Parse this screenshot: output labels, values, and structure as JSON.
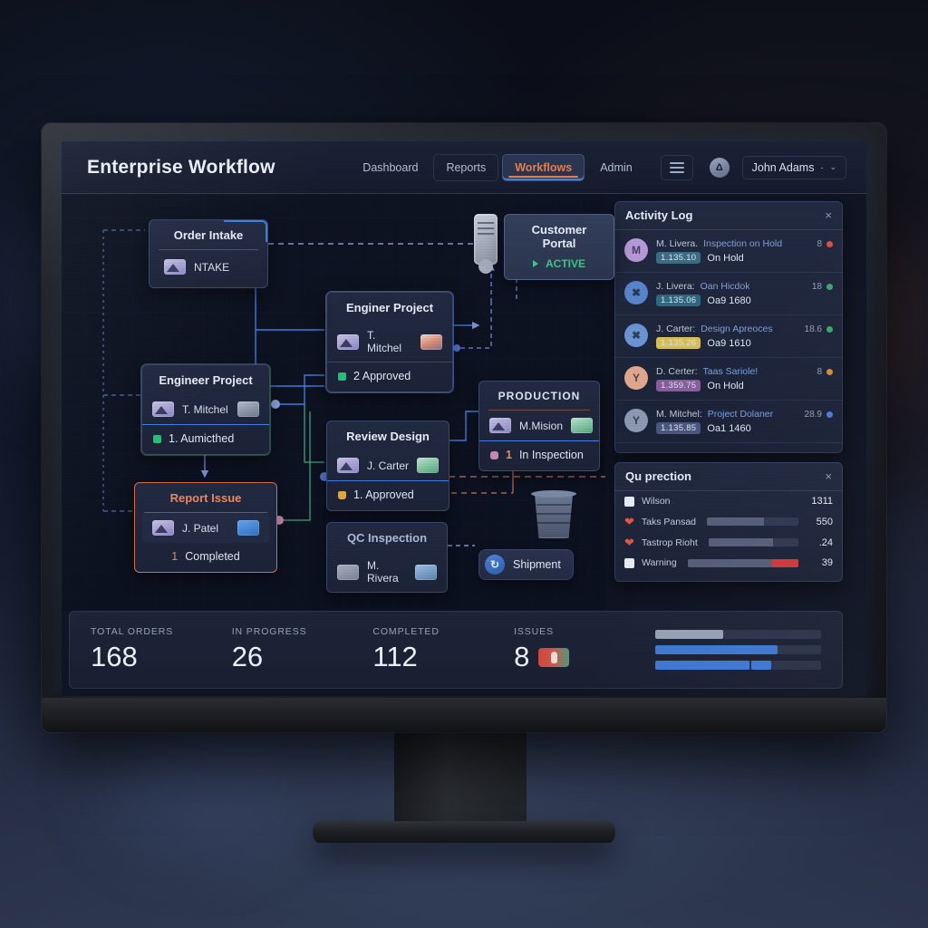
{
  "header": {
    "app_title": "Enterprise Workflow",
    "nav": [
      {
        "label": "Dashboard",
        "active": false
      },
      {
        "label": "Reports",
        "active": false
      },
      {
        "label": "Workflows",
        "active": true
      },
      {
        "label": "Admin",
        "active": false
      }
    ],
    "menu_icon": "hamburger-icon",
    "avatar_initial": "Δ",
    "username": "John Adams",
    "caret": "⌄",
    "dash": "-"
  },
  "canvas": {
    "nodes": [
      {
        "id": "order-intake",
        "title": "Order Intake",
        "assignee": "NTAKE",
        "thumb": "mountain"
      },
      {
        "id": "engineer-project-center",
        "title": "Enginer Project",
        "assignee": "T. Mitchel",
        "thumb": "mountain",
        "thumb2": "sunset",
        "status": "2 Approved",
        "status_dot": "green"
      },
      {
        "id": "engineer-project-left",
        "title": "Engineer Project",
        "assignee": "T. Mitchel",
        "thumb": "mountain",
        "thumb2": "slate",
        "status": "1. Aumicthed",
        "status_dot": "green"
      },
      {
        "id": "report-issue",
        "title": "Report Issue",
        "assignee": "J. Patel",
        "thumb": "mountain",
        "thumb2": "blue",
        "status_count": "1",
        "status": "Completed"
      },
      {
        "id": "review-design",
        "title": "Review Design",
        "assignee": "J. Carter",
        "thumb": "mountain",
        "thumb2": "green",
        "status": "1. Approved",
        "status_dot": "amber"
      },
      {
        "id": "qc-inspection",
        "title": "QC Inspection",
        "assignee": "M. Rivera",
        "thumb": "gray",
        "thumb2": "photo"
      },
      {
        "id": "customer-portal",
        "title": "Customer Portal",
        "status": "ACTIVE"
      },
      {
        "id": "production",
        "title": "PRODUCTION",
        "assignee": "M.Mision",
        "thumb": "mountain",
        "thumb2": "green",
        "status_count": "1",
        "status": "In Inspection",
        "status_dot": "pink"
      }
    ],
    "shipment": {
      "label": "Shipment",
      "icon_letter": "↻"
    },
    "bin_icon": "trash-bin-icon",
    "phone_icon": "mobile-device-icon"
  },
  "activity_panel": {
    "title": "Activity Log",
    "close": "×",
    "entries": [
      {
        "avatar": "M",
        "avatar_color": "#b99adb",
        "user": "M. Livera.",
        "message": "Inspection on Hold",
        "time": "8",
        "dot": "#d9534f",
        "chip": "1.135.10",
        "chip_bg": "#3d6e86",
        "state": "On Hold"
      },
      {
        "avatar": "✖",
        "avatar_color": "#5a86cf",
        "user": "J. Livera:",
        "message": "Oan Hicdok",
        "time": "18",
        "dot": "#3fa96b",
        "chip": "1.135.06",
        "chip_bg": "#2f6b80",
        "state": "Oa9 1680"
      },
      {
        "avatar": "✖",
        "avatar_color": "#6c96d6",
        "user": "J. Carter:",
        "message": "Design Apreoces",
        "time": "18.6",
        "dot": "#3fa96b",
        "chip": "1.135.26",
        "chip_bg": "#d9c25a",
        "state": "Oa9 1610"
      },
      {
        "avatar": "Y",
        "avatar_color": "#e3a98f",
        "user": "D. Certer:",
        "message": "Taas Sariole!",
        "time": "8",
        "dot": "#e08a3c",
        "chip": "1.359.75",
        "chip_bg": "#8a5f9e",
        "state": "On Hold"
      },
      {
        "avatar": "Y",
        "avatar_color": "#8e9bb4",
        "user": "M. Mitchel:",
        "message": "Project Dolaner",
        "time": "28.9",
        "dot": "#4a7fd6",
        "chip": "1.135.85",
        "chip_bg": "#4b5880",
        "state": "Oa1 1460"
      }
    ]
  },
  "quality_panel": {
    "title": "Qu prection",
    "close": "×",
    "rows": [
      {
        "icon": "checkbox",
        "label": "Wilson",
        "value": "1311",
        "bar": 0,
        "red": 0
      },
      {
        "icon": "heart",
        "label": "Taks Pansad",
        "value": "550",
        "bar": 62,
        "red": 0
      },
      {
        "icon": "heart",
        "label": "Tastrop Rioht",
        "value": ".24",
        "bar": 72,
        "red": 0
      },
      {
        "icon": "checkbox",
        "label": "Warning",
        "value": "39",
        "bar": 100,
        "red": 24
      }
    ]
  },
  "stats": {
    "items": [
      {
        "label": "Total Orders",
        "value": "168"
      },
      {
        "label": "In Progress",
        "value": "26"
      },
      {
        "label": "Completed",
        "value": "112"
      },
      {
        "label": "Issues",
        "value": "8",
        "badge": true
      }
    ],
    "mini_bars": [
      {
        "fill_pct": 41,
        "color": "#98a3b8",
        "cap_pct": null
      },
      {
        "fill_pct": 74,
        "color": "#3f7ad4",
        "cap_pct": null
      },
      {
        "fill_pct": 57,
        "color": "#3f7ad4",
        "cap_pct": 58
      }
    ]
  },
  "colors": {
    "accent_blue": "#3d7fe0",
    "accent_orange": "#e8804f",
    "status_green": "#21c47a",
    "status_red": "#d9534f",
    "panel_bg": "#222a41",
    "canvas_bg": "#0e1322"
  }
}
